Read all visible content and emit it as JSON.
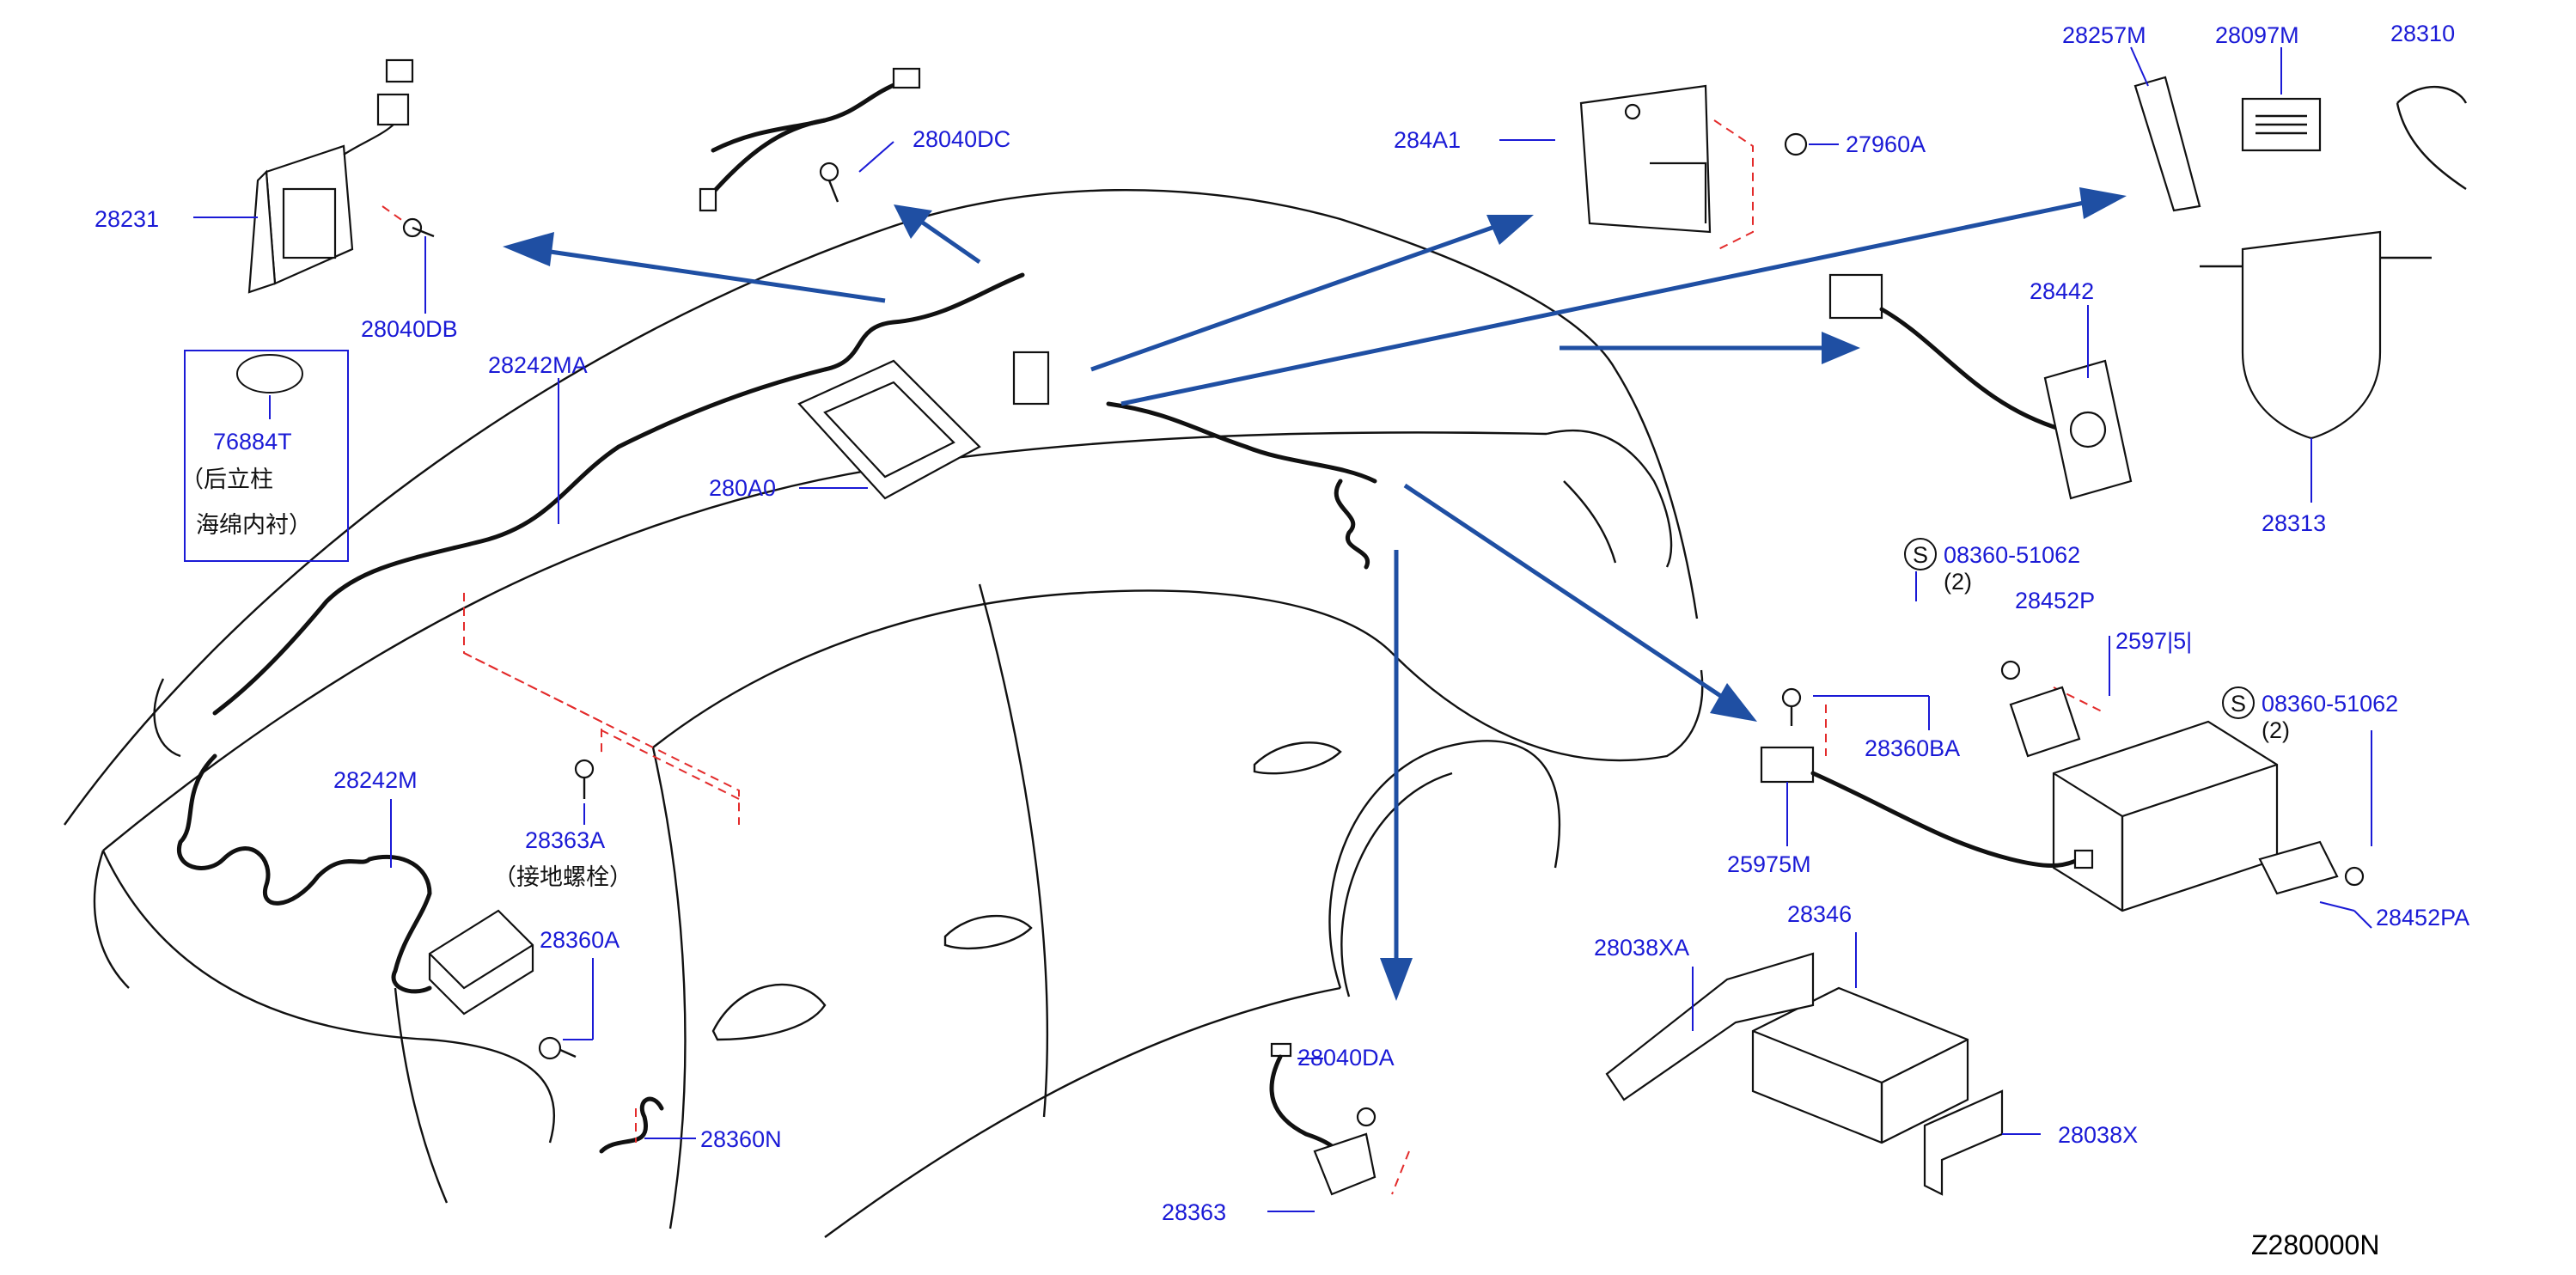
{
  "diagram": {
    "code": "Z280000N",
    "colors": {
      "label": "#1a1ad6",
      "arrow": "#1f4fa3",
      "alignment": "#e32b2b",
      "line": "#111111"
    },
    "parts": [
      {
        "id": "p28231",
        "text": "28231"
      },
      {
        "id": "p28040DB",
        "text": "28040DB"
      },
      {
        "id": "p28040DC",
        "text": "28040DC"
      },
      {
        "id": "p76884T",
        "text": "76884T"
      },
      {
        "id": "p28242MA",
        "text": "28242MA"
      },
      {
        "id": "p280A0",
        "text": "280A0"
      },
      {
        "id": "p284A1",
        "text": "284A1"
      },
      {
        "id": "p27960A",
        "text": "27960A"
      },
      {
        "id": "p28257M",
        "text": "28257M"
      },
      {
        "id": "p28097M",
        "text": "28097M"
      },
      {
        "id": "p28310",
        "text": "28310"
      },
      {
        "id": "p28442",
        "text": "28442"
      },
      {
        "id": "p28313",
        "text": "28313"
      },
      {
        "id": "p08360a",
        "text": "08360-51062"
      },
      {
        "id": "p08360b",
        "text": "08360-51062"
      },
      {
        "id": "p28452P",
        "text": "28452P"
      },
      {
        "id": "p28452PA",
        "text": "28452PA"
      },
      {
        "id": "p28360BA",
        "text": "28360BA"
      },
      {
        "id": "p25975M",
        "text": "25975M"
      },
      {
        "id": "p28242M",
        "text": "28242M"
      },
      {
        "id": "p28363A",
        "text": "28363A"
      },
      {
        "id": "p28360A",
        "text": "28360A"
      },
      {
        "id": "p28360N",
        "text": "28360N"
      },
      {
        "id": "p28040DA",
        "text": "28040DA"
      },
      {
        "id": "p28363",
        "text": "28363"
      },
      {
        "id": "p28038XA",
        "text": "28038XA"
      },
      {
        "id": "p28346",
        "text": "28346"
      },
      {
        "id": "p28038X",
        "text": "28038X"
      }
    ],
    "notes": {
      "pillar_line1": "（后立柱",
      "pillar_line2": "海绵内衬）",
      "ground_bolt": "（接地螺栓）",
      "qty_a": "(2)",
      "qty_b": "(2)",
      "s_mark": "S",
      "partial_label": "2597|5|"
    }
  }
}
